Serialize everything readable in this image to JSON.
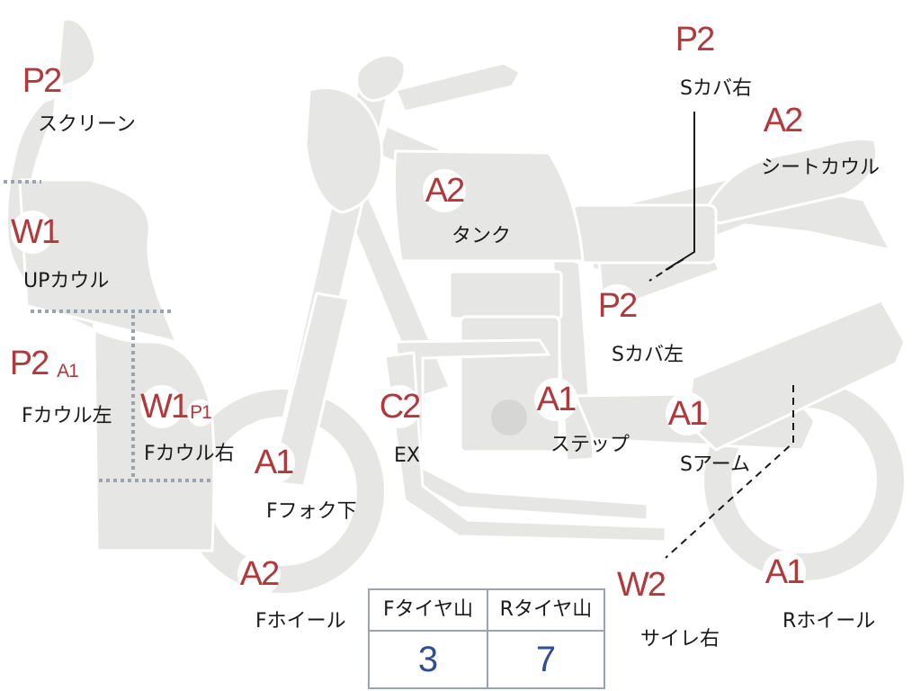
{
  "colors": {
    "bike_fill": "#e6e6e5",
    "bike_outline": "#ffffff",
    "grade_text": "#b0393d",
    "label_text": "#1a1a1a",
    "table_value": "#2f4e94",
    "table_border": "#9aa3ae",
    "section_divider": "#9aa3ae"
  },
  "parts": [
    {
      "id": "screen",
      "grade": "P2",
      "label": "スクリーン"
    },
    {
      "id": "up-cowl",
      "grade": "W1",
      "label": "UPカウル"
    },
    {
      "id": "f-cowl-left",
      "grade": "P2",
      "extra_grade": "A1",
      "label": "Fカウル左"
    },
    {
      "id": "f-cowl-right",
      "grade": "W1",
      "extra_grade": "P1",
      "label": "Fカウル右"
    },
    {
      "id": "f-fork-lower",
      "grade": "A1",
      "label": "Fフォク下"
    },
    {
      "id": "f-wheel",
      "grade": "A2",
      "label": "Fホイール"
    },
    {
      "id": "exhaust",
      "grade": "C2",
      "label": "EX"
    },
    {
      "id": "tank",
      "grade": "A2",
      "label": "タンク"
    },
    {
      "id": "step",
      "grade": "A1",
      "label": "ステップ"
    },
    {
      "id": "side-cover-left",
      "grade": "P2",
      "label": "Sカバ左"
    },
    {
      "id": "side-cover-right",
      "grade": "P2",
      "label": "Sカバ右"
    },
    {
      "id": "seat-cowl",
      "grade": "A2",
      "label": "シートカウル"
    },
    {
      "id": "swing-arm",
      "grade": "A1",
      "label": "Sアーム"
    },
    {
      "id": "muffler-right",
      "grade": "W2",
      "label": "サイレ右"
    },
    {
      "id": "r-wheel",
      "grade": "A1",
      "label": "Rホイール"
    }
  ],
  "tread": {
    "front_label": "Fタイヤ山",
    "rear_label": "Rタイヤ山",
    "front_value": "3",
    "rear_value": "7"
  }
}
